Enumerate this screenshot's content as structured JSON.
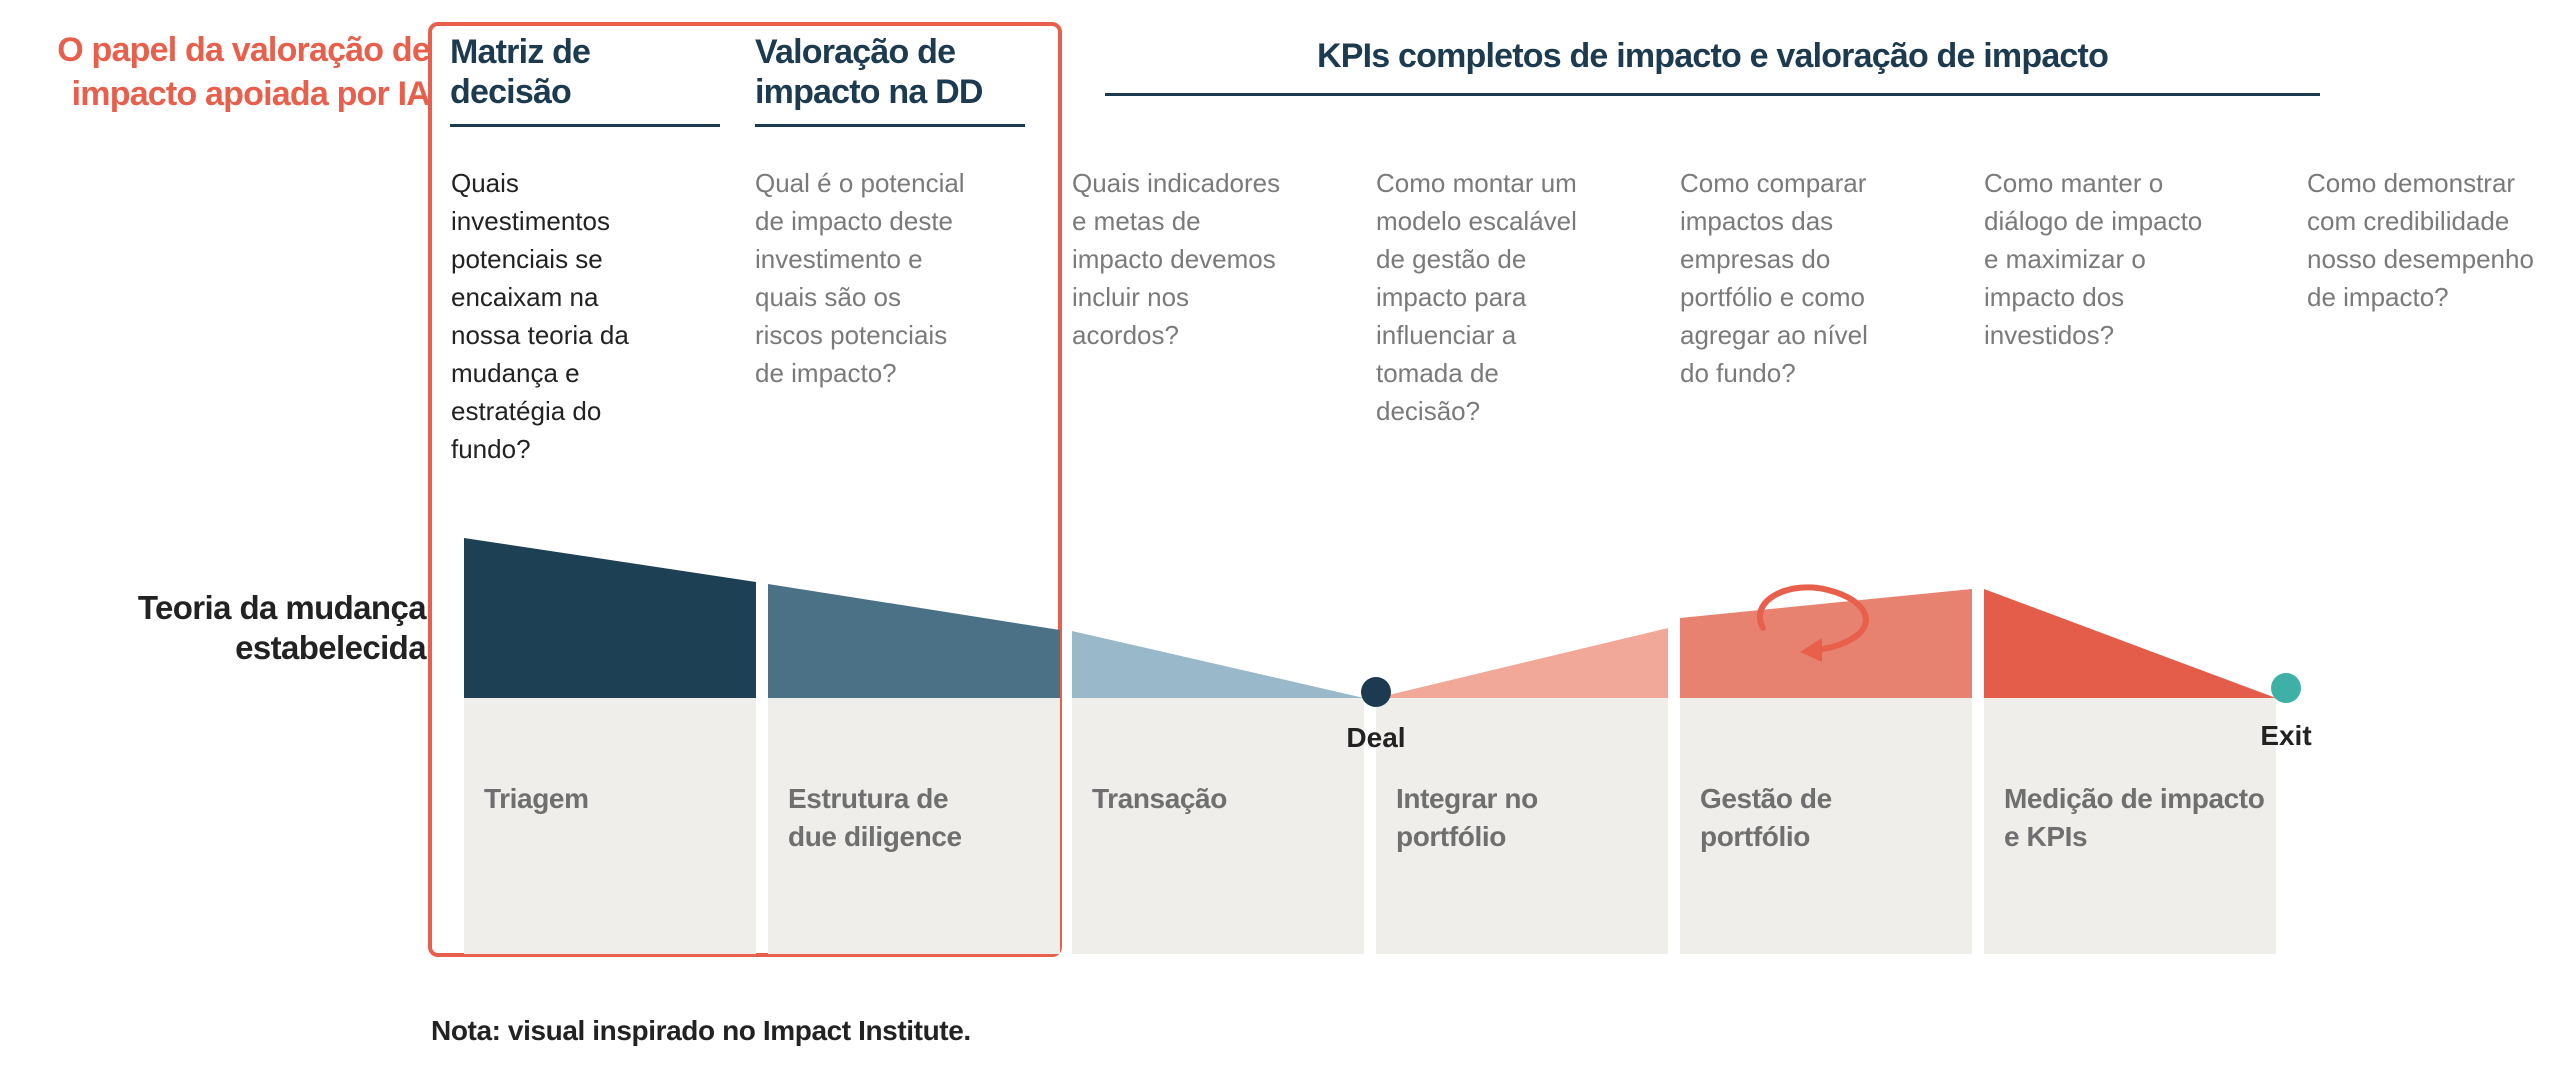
{
  "left_title": "O papel da valoração de impacto apoiada por IA",
  "columns": [
    {
      "title": "Matriz de decisão",
      "question": "Quais investimentos potenciais se encaixam na nossa teoria da mudança e estratégia do fundo?"
    },
    {
      "title": "Valoração de impacto na DD",
      "question": "Qual é o potencial de impacto deste investimento e quais são os riscos potenciais de impacto?"
    }
  ],
  "kpi_title": "KPIs completos de impacto e valoração de impacto",
  "kpi_questions": [
    "Quais indicadores e metas de impacto devemos incluir nos acordos?",
    "Como montar um modelo escalável de gestão de impacto para influenciar a tomada de decisão?",
    "Como comparar impactos das empresas do portfólio e como agregar ao nível do fundo?",
    "Como manter o diálogo de impacto e maximizar o impacto dos investidos?",
    "Como demonstrar com credibilidade nosso desempenho de impacto?"
  ],
  "theory_label": "Teoria da mudança estabelecida",
  "stages": [
    {
      "label": "Triagem",
      "color": "#1d4055"
    },
    {
      "label": "Estrutura de due diligence",
      "color": "#4a7186"
    },
    {
      "label": "Transação",
      "color": "#99b8c9"
    },
    {
      "label": "Integrar no portfólio",
      "color": "#f2a898"
    },
    {
      "label": "Gestão de portfólio",
      "color": "#e88270"
    },
    {
      "label": "Medição de impacto e KPIs",
      "color": "#e45c4a"
    }
  ],
  "markers": {
    "deal": "Deal",
    "exit": "Exit",
    "deal_color": "#1d3b50",
    "exit_color": "#3fb0a5"
  },
  "loop_icon": "circular-arrow-icon",
  "accent_color": "#e8604c",
  "note": "Nota: visual inspirado no Impact Institute."
}
